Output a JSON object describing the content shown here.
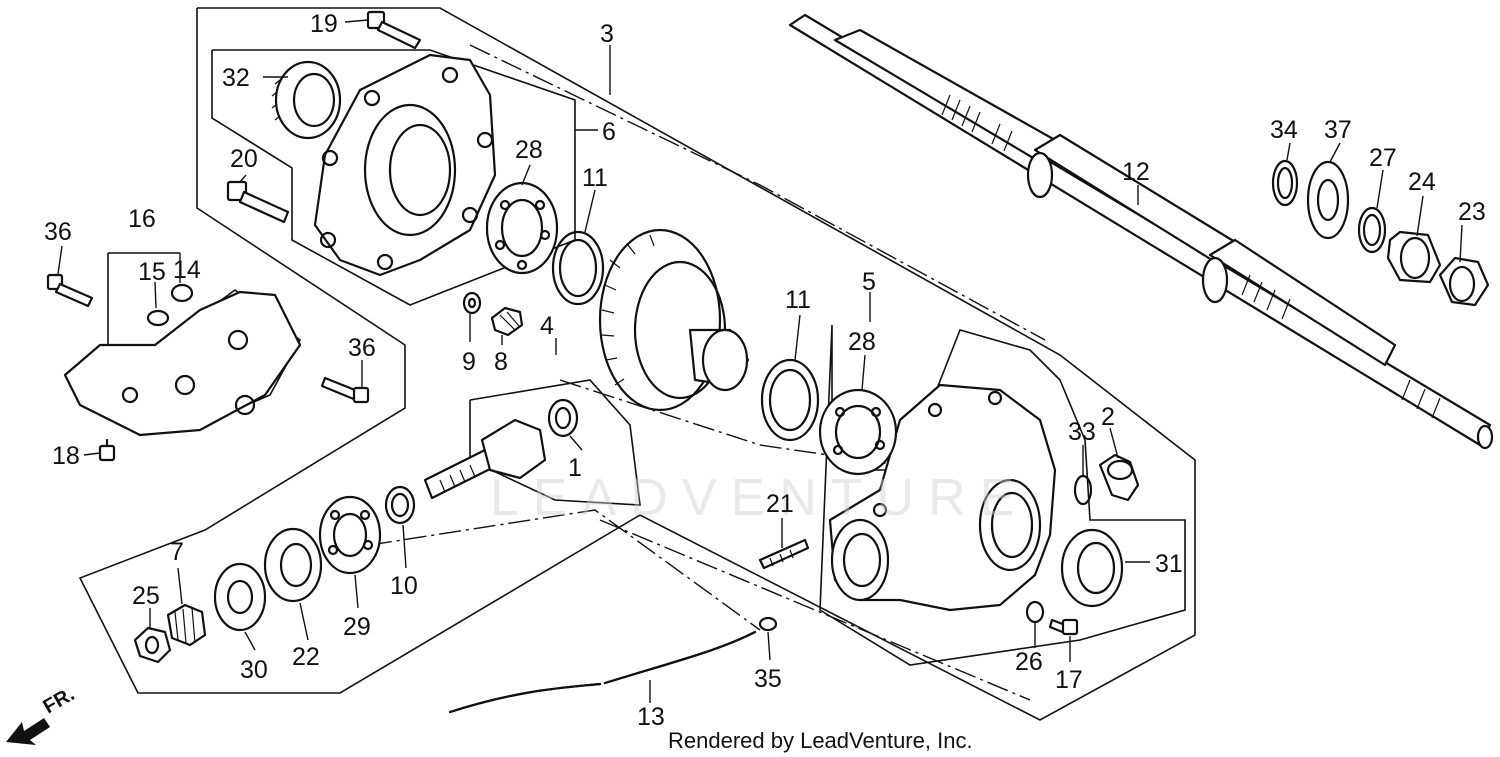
{
  "diagram": {
    "watermark": "LEADVENTURE",
    "credit": "Rendered by LeadVenture, Inc.",
    "direction_label": "FR.",
    "callouts": {
      "c1": "1",
      "c2": "2",
      "c3": "3",
      "c4": "4",
      "c5": "5",
      "c6": "6",
      "c7": "7",
      "c8": "8",
      "c9": "9",
      "c10": "10",
      "c11a": "11",
      "c11b": "11",
      "c12": "12",
      "c13": "13",
      "c14": "14",
      "c15": "15",
      "c16": "16",
      "c17": "17",
      "c18": "18",
      "c19": "19",
      "c20": "20",
      "c21": "21",
      "c22": "22",
      "c23": "23",
      "c24": "24",
      "c25": "25",
      "c26": "26",
      "c27": "27",
      "c28a": "28",
      "c28b": "28",
      "c29": "29",
      "c30": "30",
      "c31": "31",
      "c32": "32",
      "c33": "33",
      "c34": "34",
      "c35": "35",
      "c36a": "36",
      "c36b": "36",
      "c37": "37"
    }
  }
}
